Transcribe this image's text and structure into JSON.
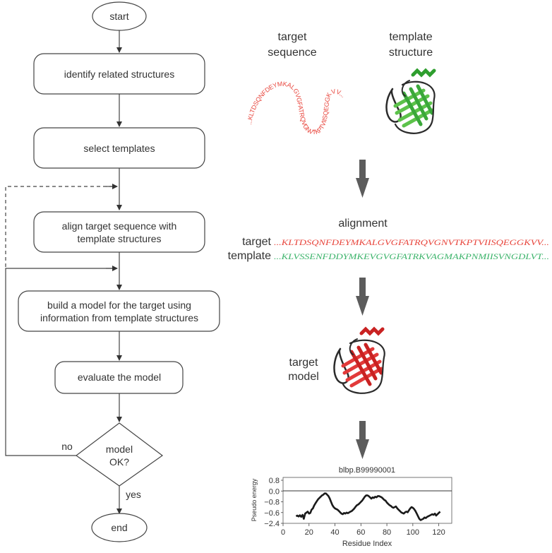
{
  "flowchart": {
    "start": "start",
    "steps": [
      {
        "lines": [
          "identify related structures"
        ]
      },
      {
        "lines": [
          "select templates"
        ]
      },
      {
        "lines": [
          "align target sequence with",
          "template structures"
        ]
      },
      {
        "lines": [
          "build a model for the target using",
          "information from template structures"
        ]
      },
      {
        "lines": [
          "evaluate the model"
        ]
      }
    ],
    "decision": [
      "model",
      "OK?"
    ],
    "no_label": "no",
    "yes_label": "yes",
    "end": "end"
  },
  "right_panel": {
    "target_sequence_label": [
      "target",
      "sequence"
    ],
    "template_structure_label": [
      "template",
      "structure"
    ],
    "curved_sequence": "...KLTDSQNFDEYMKALGVGFATRQVGNVTKPTVIISQEGGKVV...",
    "alignment_title": "alignment",
    "alignment": {
      "target_label": "target",
      "target_seq": "...KLTDSQNFDEYMKALGVGFATRQVGNVTKPTVIISQEGGKVV...",
      "template_label": "template",
      "template_seq": "...KLVSSENFDDYMKEVGVGFATRKVAGMAKPNMIISVNGDLVT..."
    },
    "target_model_label": [
      "target",
      "model"
    ],
    "colors": {
      "target": "#e8453c",
      "template": "#3bb36a",
      "arrow": "#5c5c5c",
      "template_structure": "#3aa83a",
      "model_structure": "#d92b2b"
    }
  },
  "chart_data": {
    "type": "line",
    "title": "blbp.B99990001",
    "xlabel": "Residue Index",
    "ylabel": "Pseudo energy",
    "xlim": [
      0,
      130
    ],
    "x_ticks": [
      0,
      20,
      40,
      60,
      80,
      100,
      120
    ],
    "y_tick_labels": [
      "0.8",
      "0.0",
      "−0.8",
      "−0.6",
      "−2.4"
    ],
    "reference_line_label": "0.0",
    "grid": false,
    "series": [
      {
        "name": "pseudo energy",
        "x": [
          10,
          11,
          12,
          13,
          14,
          15,
          16,
          17,
          18,
          19,
          20,
          21,
          22,
          23,
          24,
          25,
          26,
          27,
          28,
          29,
          30,
          31,
          32,
          33,
          34,
          35,
          36,
          37,
          38,
          39,
          40,
          41,
          42,
          43,
          44,
          45,
          46,
          47,
          48,
          49,
          50,
          51,
          52,
          53,
          54,
          55,
          56,
          57,
          58,
          59,
          60,
          61,
          62,
          63,
          64,
          65,
          66,
          67,
          68,
          69,
          70,
          71,
          72,
          73,
          74,
          75,
          76,
          77,
          78,
          79,
          80,
          81,
          82,
          83,
          84,
          85,
          86,
          87,
          88,
          89,
          90,
          91,
          92,
          93,
          94,
          95,
          96,
          97,
          98,
          99,
          100,
          101,
          102,
          103,
          104,
          105,
          106,
          107,
          108,
          109,
          110,
          111,
          112,
          113,
          114,
          115,
          116,
          117,
          118,
          119,
          120,
          121
        ],
        "y": [
          0.22,
          0.24,
          0.21,
          0.25,
          0.2,
          0.26,
          0.14,
          0.3,
          0.33,
          0.36,
          0.3,
          0.32,
          0.42,
          0.46,
          0.55,
          0.62,
          0.68,
          0.74,
          0.78,
          0.82,
          0.86,
          0.88,
          0.92,
          0.92,
          0.88,
          0.84,
          0.76,
          0.66,
          0.56,
          0.5,
          0.46,
          0.44,
          0.42,
          0.38,
          0.34,
          0.3,
          0.28,
          0.32,
          0.3,
          0.33,
          0.31,
          0.34,
          0.36,
          0.38,
          0.42,
          0.46,
          0.52,
          0.56,
          0.58,
          0.62,
          0.66,
          0.7,
          0.76,
          0.82,
          0.86,
          0.86,
          0.84,
          0.8,
          0.76,
          0.8,
          0.78,
          0.82,
          0.8,
          0.84,
          0.84,
          0.82,
          0.8,
          0.76,
          0.72,
          0.7,
          0.64,
          0.6,
          0.56,
          0.54,
          0.5,
          0.48,
          0.5,
          0.52,
          0.46,
          0.42,
          0.38,
          0.34,
          0.32,
          0.3,
          0.34,
          0.36,
          0.34,
          0.4,
          0.46,
          0.5,
          0.48,
          0.44,
          0.38,
          0.3,
          0.22,
          0.14,
          0.1,
          0.12,
          0.14,
          0.18,
          0.16,
          0.2,
          0.22,
          0.24,
          0.26,
          0.28,
          0.26,
          0.3,
          0.24,
          0.28,
          0.32,
          0.36
        ],
        "y_note": "normalized height within plot area below the 0.0 reference line (0 = bottom axis, 1 = 0.0 line)"
      }
    ]
  }
}
